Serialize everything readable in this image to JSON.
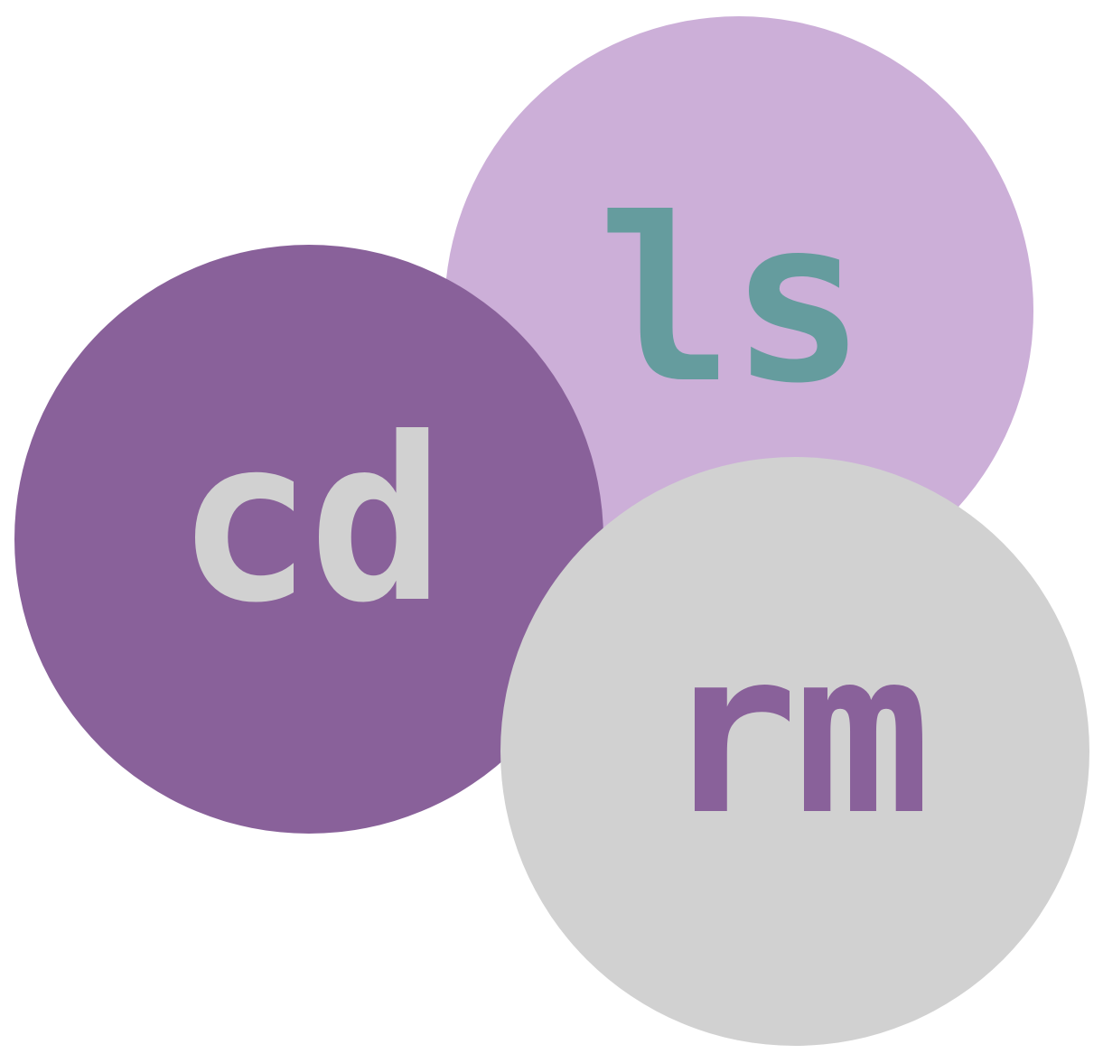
{
  "bubbles": {
    "ls": {
      "label": "ls",
      "background": "#ccafd8",
      "text_color": "#659c9e"
    },
    "cd": {
      "label": "cd",
      "background": "#89619a",
      "text_color": "#d1d1d1"
    },
    "rm": {
      "label": "rm",
      "background": "#d1d1d1",
      "text_color": "#89619a"
    }
  }
}
